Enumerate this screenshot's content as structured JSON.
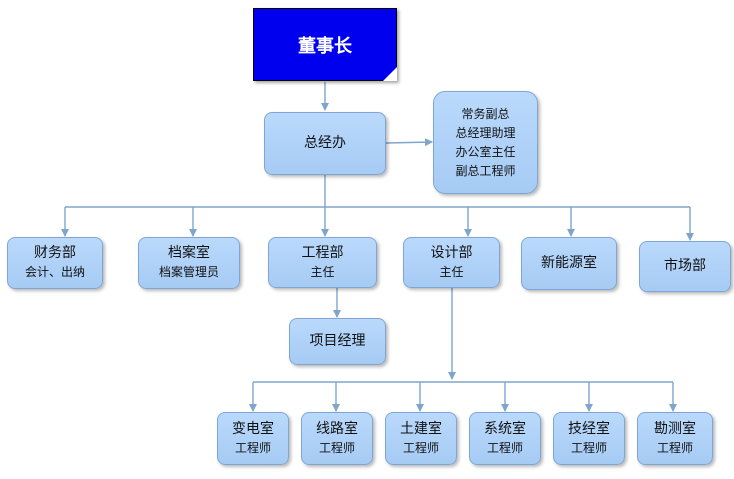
{
  "chairman": "董事长",
  "gm_office": "总经办",
  "deputies": [
    "常务副总",
    "总经理助理",
    "办公室主任",
    "副总工程师"
  ],
  "departments": {
    "finance": {
      "title": "财务部",
      "sub": "会计、出纳"
    },
    "archive": {
      "title": "档案室",
      "sub": "档案管理员"
    },
    "engineering": {
      "title": "工程部",
      "sub": "主任"
    },
    "design": {
      "title": "设计部",
      "sub": "主任"
    },
    "new_energy": {
      "title": "新能源室"
    },
    "market": {
      "title": "市场部"
    }
  },
  "project_manager": "项目经理",
  "design_rooms": [
    {
      "title": "变电室",
      "sub": "工程师"
    },
    {
      "title": "线路室",
      "sub": "工程师"
    },
    {
      "title": "土建室",
      "sub": "工程师"
    },
    {
      "title": "系统室",
      "sub": "工程师"
    },
    {
      "title": "技经室",
      "sub": "工程师"
    },
    {
      "title": "勘测室",
      "sub": "工程师"
    }
  ],
  "colors": {
    "chairman_fill": "#0000ee",
    "box_fill": "#b0d2f8",
    "connector": "#7ea6cc"
  }
}
